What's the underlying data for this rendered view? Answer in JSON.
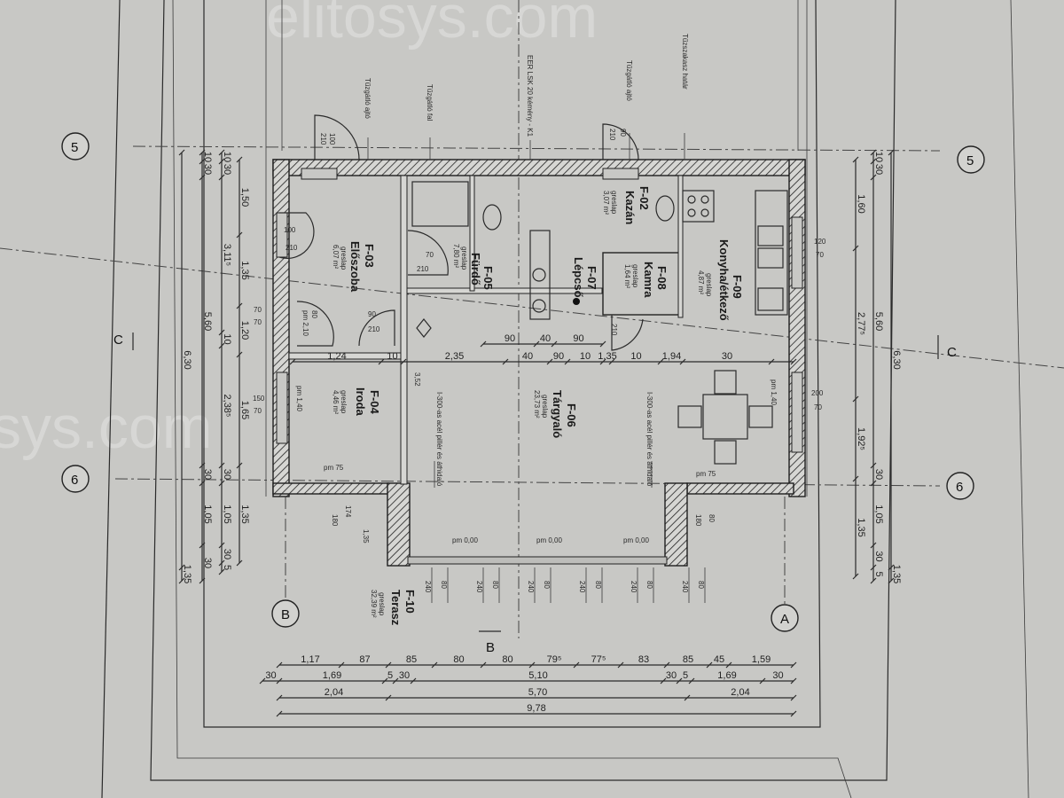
{
  "watermark": {
    "top": "elitosys.com",
    "left": "sys.com"
  },
  "colors": {
    "paper": "#c8c8c5",
    "ink": "#1f1f1f"
  },
  "grid_markers": {
    "row_5": "5",
    "row_6": "6",
    "col_b": "B",
    "col_a": "A",
    "section": "C",
    "section_b": "B"
  },
  "annotations": {
    "fire_door_1": "Tűzgátló ajtó",
    "fire_wall": "Tűzgátló fal",
    "chimney": "EER LSK 20 kémény - K1",
    "fire_door_2": "Tűzgátló ajtó",
    "fire_zone": "Tűzszakasz határ",
    "steel_beam_left": "I-300-as acél pillér és áthidaló",
    "steel_beam_right": "I-300-as acél pillér és áthidaló",
    "beam_height": "3,52"
  },
  "rooms": [
    {
      "code": "F-03",
      "name": "Előszoba",
      "floor": "greslap",
      "area": "6,07 m²"
    },
    {
      "code": "F-05",
      "name": "Fürdő",
      "floor": "greslap",
      "area": "7,80 m²"
    },
    {
      "code": "F-07",
      "name": "Lépcső",
      "floor": "",
      "area": ""
    },
    {
      "code": "F-02",
      "name": "Kazán",
      "floor": "greslap",
      "area": "3,07 m²"
    },
    {
      "code": "F-08",
      "name": "Kamra",
      "floor": "greslap",
      "area": "1,64 m²"
    },
    {
      "code": "F-09",
      "name": "Konyha/étkező",
      "floor": "greslap",
      "area": "4,87 m²"
    },
    {
      "code": "F-04",
      "name": "Iroda",
      "floor": "greslap",
      "area": "4,46 m²"
    },
    {
      "code": "F-06",
      "name": "Tárgyaló",
      "floor": "greslap",
      "area": "23,73 m²"
    },
    {
      "code": "F-10",
      "name": "Terasz",
      "floor": "greslap",
      "area": "32,39 m²"
    }
  ],
  "doors": {
    "entry": {
      "w": "100",
      "h": "210"
    },
    "top_left": {
      "w": "100",
      "h": "210"
    },
    "top_right": {
      "w": "90",
      "h": "210"
    },
    "bath": {
      "w": "70",
      "h": "210"
    },
    "hall": {
      "w": "90",
      "h": "210"
    },
    "office": {
      "w": "80",
      "h": "210"
    },
    "pantry": {
      "w": "",
      "h": "210"
    }
  },
  "windows": {
    "left": {
      "w": "70",
      "h": "70"
    },
    "office": {
      "w": "150",
      "h": "70"
    },
    "kitchen": {
      "w": "120",
      "h": "70"
    },
    "dining": {
      "w": "200",
      "h": "70"
    },
    "bay_pairs": [
      "240",
      "80",
      "240",
      "80",
      "240",
      "80",
      "240",
      "80",
      "240",
      "80",
      "240",
      "80"
    ],
    "office_low": {
      "a": "180",
      "b": "174"
    },
    "dining_low": {
      "a": "180",
      "b": "80"
    }
  },
  "levels": {
    "office_sill": "pm 1,40",
    "office_floor": "pm 75",
    "living_floor": "pm 75",
    "dining_sill": "pm 1,40",
    "left_sill": "pm 2,10",
    "terrace_1": "pm 0,00",
    "terrace_2": "pm 0,00",
    "terrace_3": "pm 0,00",
    "terrace_depth": "1,35"
  },
  "interior_dims": {
    "row_a": [
      "90",
      "40",
      "90"
    ],
    "row_b": [
      "1,24",
      "10",
      "2,35",
      "40",
      "90",
      "10",
      "1,35",
      "10",
      "1,94",
      "30"
    ]
  },
  "bottom_dims": {
    "row_1": [
      "1,17",
      "87",
      "85",
      "80",
      "80",
      "79⁵",
      "77⁵",
      "83",
      "85",
      "45",
      "1,59"
    ],
    "row_2": [
      "30",
      "1,69",
      "5",
      "30",
      "5,10",
      "30",
      "5",
      "1,69",
      "30"
    ],
    "row_3": [
      "2,04",
      "5,70",
      "2,04"
    ],
    "row_4": [
      "9,78"
    ]
  },
  "left_dims": {
    "col_1": [
      "6,30",
      "1,35"
    ],
    "col_2": [
      "10",
      "30",
      "5,60",
      "30",
      "1,05",
      "30"
    ],
    "col_3": [
      "10",
      "30",
      "3,11⁵",
      "10",
      "2,38⁵",
      "30",
      "1,05",
      "30",
      "5"
    ],
    "col_4": [
      "1,50",
      "1,35",
      "1,20",
      "1,65",
      "1,35"
    ]
  },
  "right_dims": {
    "col_1": [
      "1,60",
      "2,77⁵",
      "1,92⁵",
      "1,35"
    ],
    "col_2": [
      "10",
      "30",
      "5,60",
      "30",
      "1,05",
      "30",
      "5"
    ],
    "col_3": [
      "6,30",
      "1,35"
    ]
  }
}
